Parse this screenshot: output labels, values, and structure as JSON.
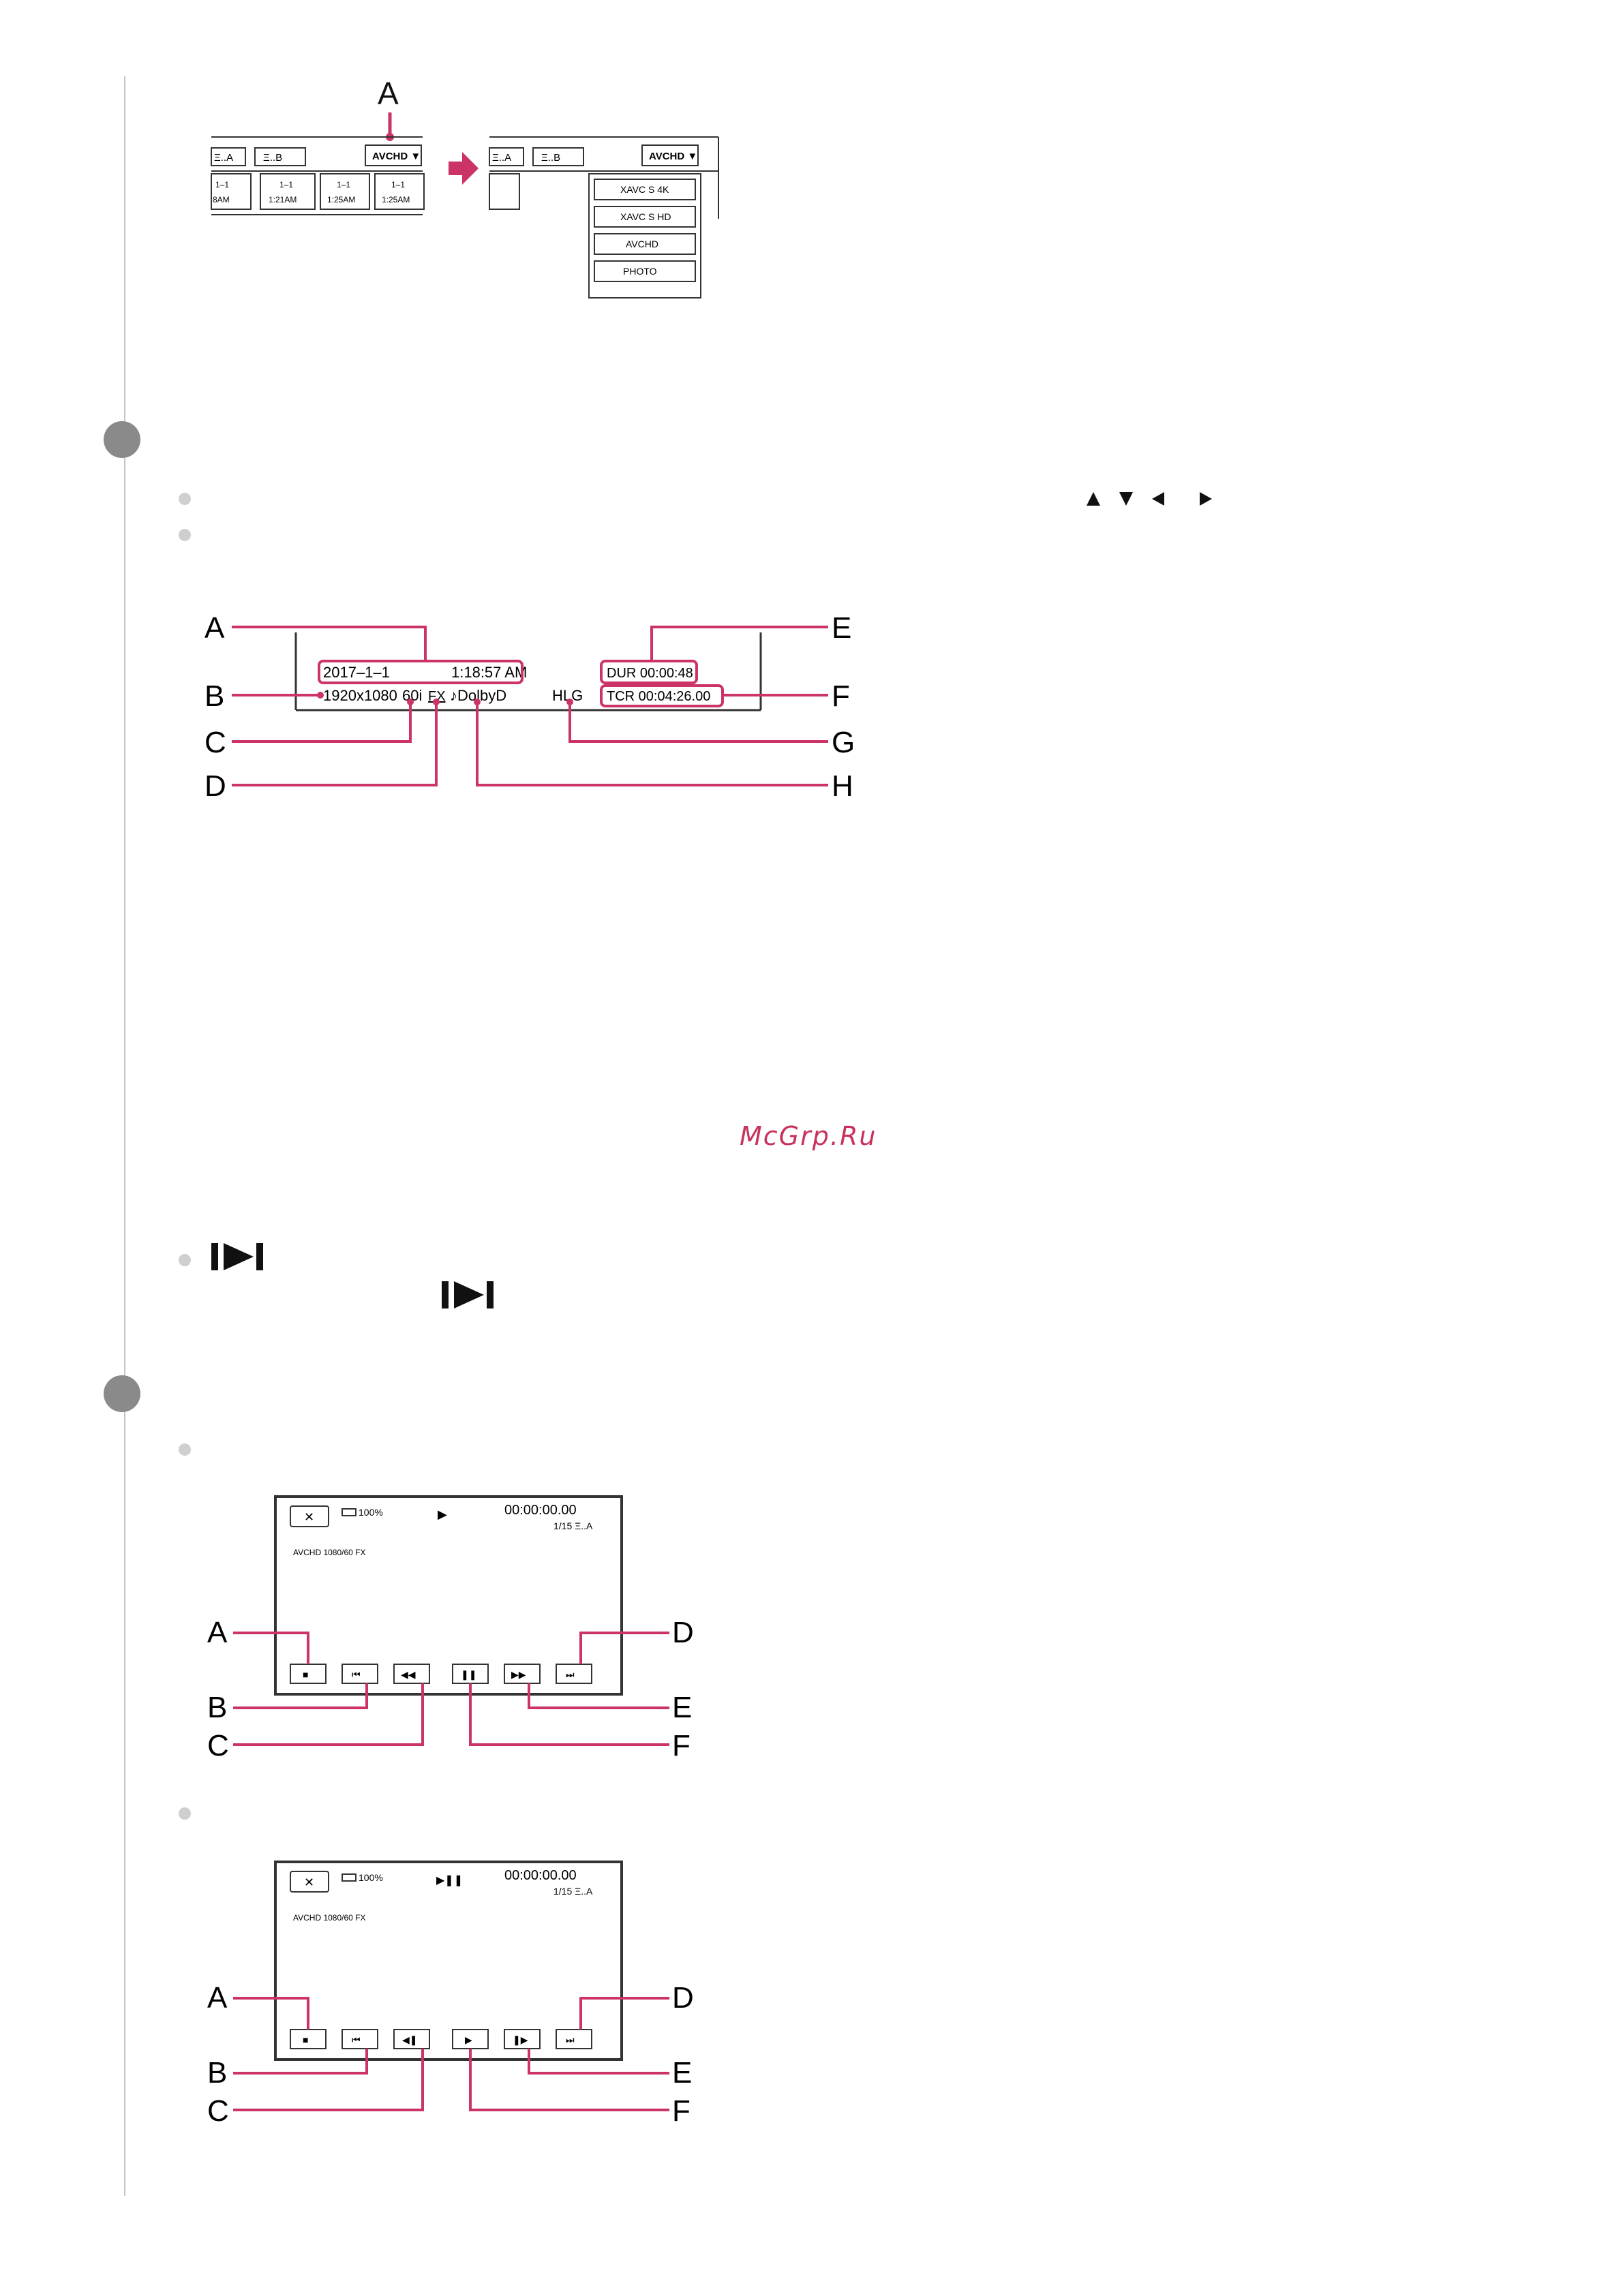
{
  "fig1": {
    "callout": "A",
    "left_tabs": [
      "Ξ..A",
      "Ξ..B"
    ],
    "left_format": "AVCHD ▼",
    "left_dates": [
      "1–1",
      "1–1",
      "1–1",
      "1–1"
    ],
    "left_times": [
      "8AM",
      "1:21AM",
      "1:25AM",
      "1:25AM"
    ],
    "right_tabs": [
      "Ξ..A",
      "Ξ..B"
    ],
    "right_format": "AVCHD ▼",
    "menu_options": [
      "XAVC S 4K",
      "XAVC S HD",
      "AVCHD",
      "PHOTO"
    ]
  },
  "fig2": {
    "date": "2017–1–1",
    "time": "1:18:57 AM",
    "resolution": "1920x1080",
    "framerate": "60i",
    "fx": "FX",
    "audio": "♪DolbyD",
    "gamma": "HLG",
    "dur": "DUR 00:00:48",
    "tcr": "TCR 00:04:26.00",
    "left_labels": [
      "A",
      "B",
      "C",
      "D"
    ],
    "right_labels": [
      "E",
      "F",
      "G",
      "H"
    ]
  },
  "watermark": "McGrp.Ru",
  "pb1": {
    "close": "✕",
    "battery": "100%",
    "status_icon": "▶",
    "timecode": "00:00:00.00",
    "counter": "1/15 Ξ..A",
    "format": "AVCHD 1080/60 FX",
    "buttons": [
      "■",
      "⏮",
      "◀◀",
      "❚❚",
      "▶▶",
      "⏭"
    ],
    "labels_left": [
      "A",
      "B",
      "C"
    ],
    "labels_right": [
      "D",
      "E",
      "F"
    ]
  },
  "pb2": {
    "close": "✕",
    "battery": "100%",
    "status_icon": "▶❚❚",
    "timecode": "00:00:00.00",
    "counter": "1/15 Ξ..A",
    "format": "AVCHD 1080/60 FX",
    "buttons": [
      "■",
      "⏮",
      "◀❚",
      "▶",
      "❚▶",
      "⏭"
    ],
    "labels_left": [
      "A",
      "B",
      "C"
    ],
    "labels_right": [
      "D",
      "E",
      "F"
    ]
  },
  "colors": {
    "callout": "#cc3366",
    "rule": "#bbbbbb",
    "step_dot": "#888888",
    "bullet": "#c8c8c8"
  }
}
